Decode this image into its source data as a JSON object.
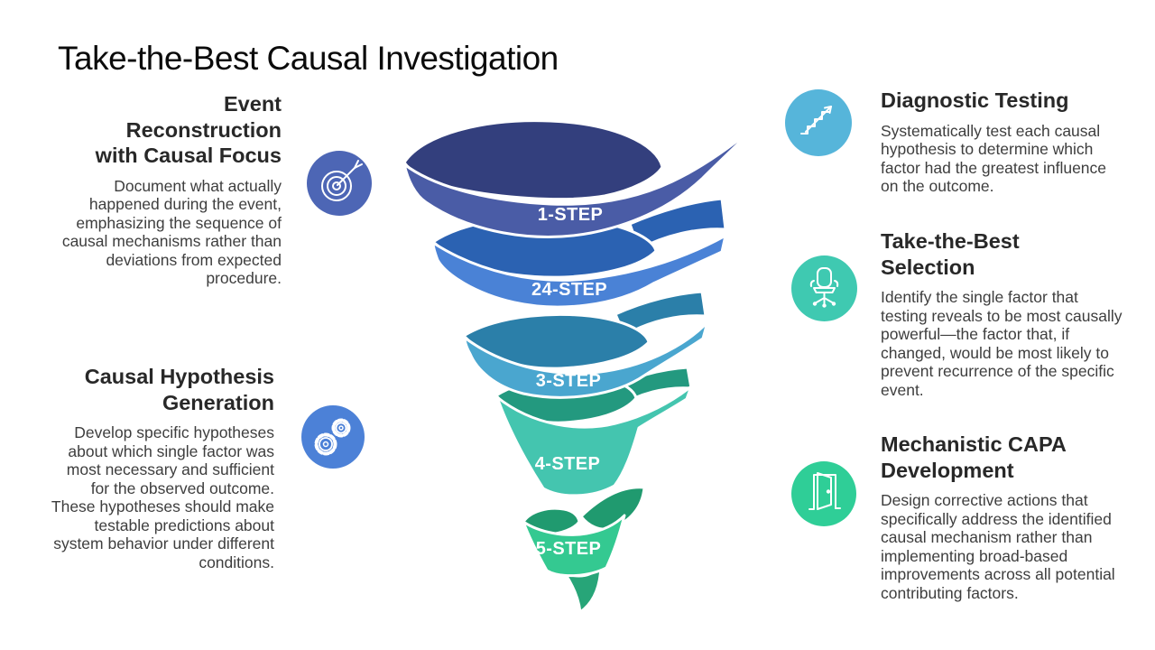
{
  "title": "Take-the-Best Causal Investigation",
  "left_blocks": [
    {
      "heading": "Event\nReconstruction\nwith Causal Focus",
      "body": "Document what actually happened during the event, emphasizing the sequence of causal mechanisms rather than deviations from expected procedure.",
      "icon": "target-icon"
    },
    {
      "heading": "Causal Hypothesis\nGeneration",
      "body": "Develop specific hypotheses about which single factor was most necessary and sufficient for the observed outcome. These hypotheses should make testable predictions about system behavior under different conditions.",
      "icon": "gears-icon"
    }
  ],
  "right_blocks": [
    {
      "heading": "Diagnostic Testing",
      "body": "Systematically test each causal hypothesis to determine which factor had the greatest influence on the outcome.",
      "icon": "stairs-growth-icon"
    },
    {
      "heading": "Take-the-Best\nSelection",
      "body": "Identify the single factor that testing reveals to be most causally powerful—the factor that, if changed, would be most likely to prevent recurrence of the specific event.",
      "icon": "office-chair-icon"
    },
    {
      "heading": "Mechanistic CAPA\nDevelopment",
      "body": "Design corrective actions that specifically address the identified causal mechanism rather than implementing broad-based improvements across all potential contributing factors.",
      "icon": "open-door-icon"
    }
  ],
  "icons": {
    "target": {
      "bg": "#4d66b5"
    },
    "gears": {
      "bg": "#4c81d7"
    },
    "stairs": {
      "bg": "#56b5da"
    },
    "chair": {
      "bg": "#3fc9b1"
    },
    "door": {
      "bg": "#2fce97"
    }
  },
  "funnel": {
    "steps": [
      {
        "label": "1-STEP",
        "front": "#4a5ca6",
        "dark": "#333f7d"
      },
      {
        "label": "24-STEP",
        "front": "#4a82d6",
        "dark": "#2b62b2"
      },
      {
        "label": "3-STEP",
        "front": "#4aa6cf",
        "dark": "#2b7fa9"
      },
      {
        "label": "4-STEP",
        "front": "#44c5af",
        "dark": "#23997f"
      },
      {
        "label": "5-STEP",
        "front": "#34c991",
        "dark": "#209a6f"
      }
    ],
    "tip_color": "#27a578",
    "label_color": "#ffffff"
  }
}
